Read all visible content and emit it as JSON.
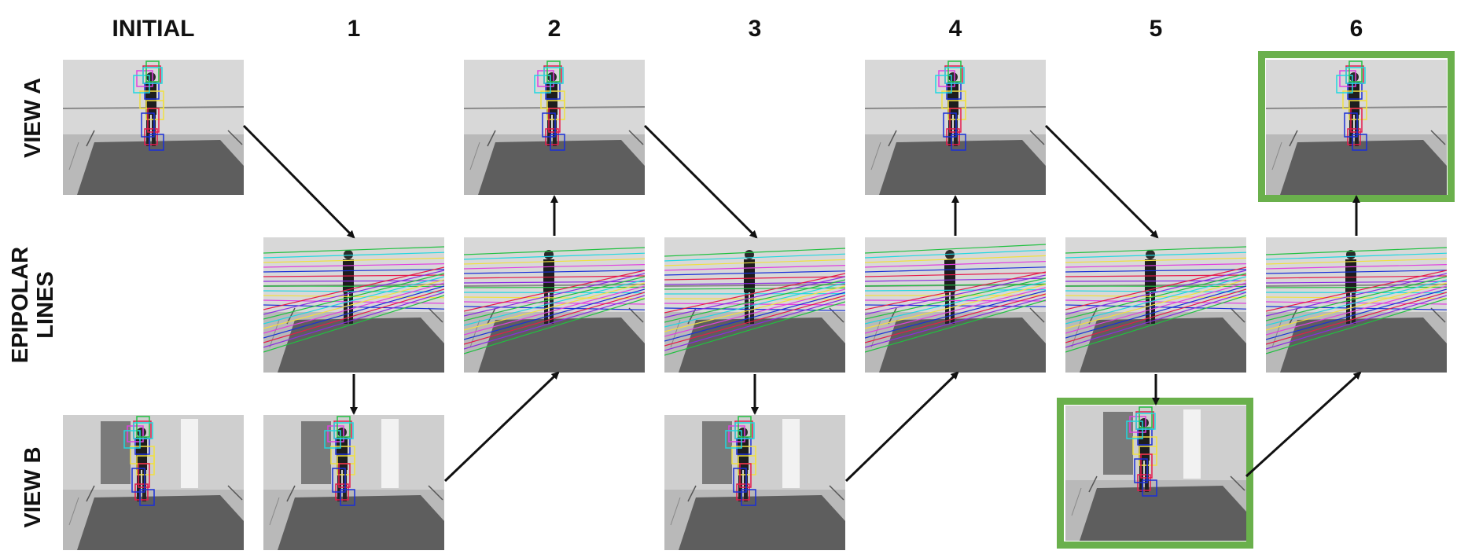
{
  "columns": [
    "INITIAL",
    "1",
    "2",
    "3",
    "4",
    "5",
    "6"
  ],
  "rows": {
    "view_a": "VIEW A",
    "epipolar": "EPIPOLAR\nLINES",
    "view_b": "VIEW B"
  },
  "colors": {
    "highlight": "#6ab04c",
    "arrow": "#111111",
    "box_palette": [
      "#e6194b",
      "#1a2fd8",
      "#f0e040",
      "#e040e0",
      "#20d8e0",
      "#20c040",
      "#8a2be2"
    ]
  }
}
